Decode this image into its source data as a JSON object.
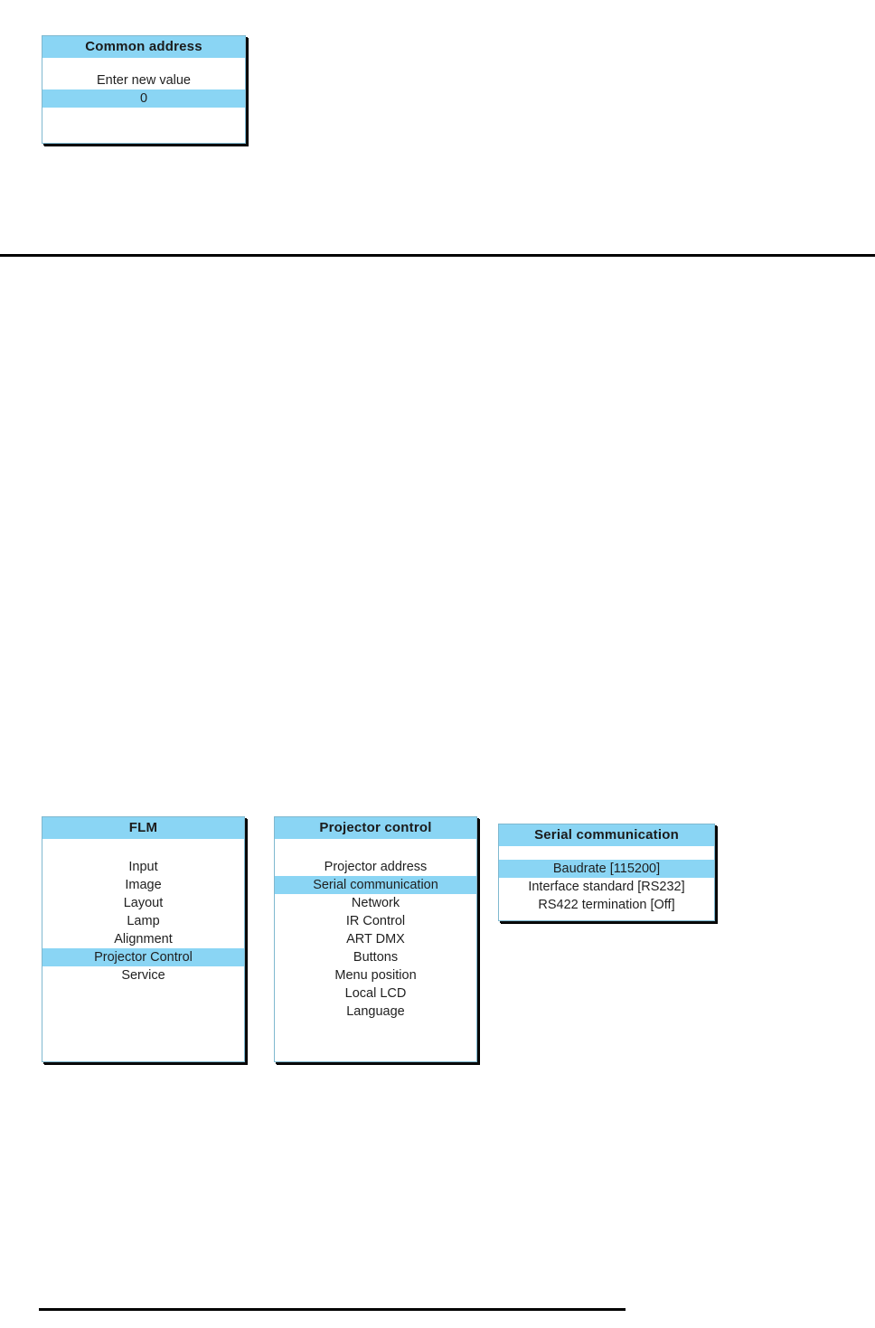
{
  "dialog": {
    "title": "Common address",
    "prompt": "Enter new value",
    "value": "0"
  },
  "menus": {
    "flm": {
      "title": "FLM",
      "items": [
        {
          "label": "Input",
          "highlighted": false
        },
        {
          "label": "Image",
          "highlighted": false
        },
        {
          "label": "Layout",
          "highlighted": false
        },
        {
          "label": "Lamp",
          "highlighted": false
        },
        {
          "label": "Alignment",
          "highlighted": false
        },
        {
          "label": "Projector Control",
          "highlighted": true
        },
        {
          "label": "Service",
          "highlighted": false
        }
      ]
    },
    "projector_control": {
      "title": "Projector control",
      "items": [
        {
          "label": "Projector address",
          "highlighted": false
        },
        {
          "label": "Serial communication",
          "highlighted": true
        },
        {
          "label": "Network",
          "highlighted": false
        },
        {
          "label": "IR Control",
          "highlighted": false
        },
        {
          "label": "ART DMX",
          "highlighted": false
        },
        {
          "label": "Buttons",
          "highlighted": false
        },
        {
          "label": "Menu position",
          "highlighted": false
        },
        {
          "label": "Local LCD",
          "highlighted": false
        },
        {
          "label": "Language",
          "highlighted": false
        }
      ]
    },
    "serial_communication": {
      "title": "Serial communication",
      "items": [
        {
          "label": "Baudrate [115200]",
          "highlighted": true
        },
        {
          "label": "Interface standard [RS232]",
          "highlighted": false
        },
        {
          "label": "RS422 termination [Off]",
          "highlighted": false
        }
      ]
    }
  },
  "colors": {
    "highlight": "#8ad5f4",
    "panel_border": "#7fb8cf",
    "text": "#1f1f1f",
    "rule": "#000000"
  }
}
